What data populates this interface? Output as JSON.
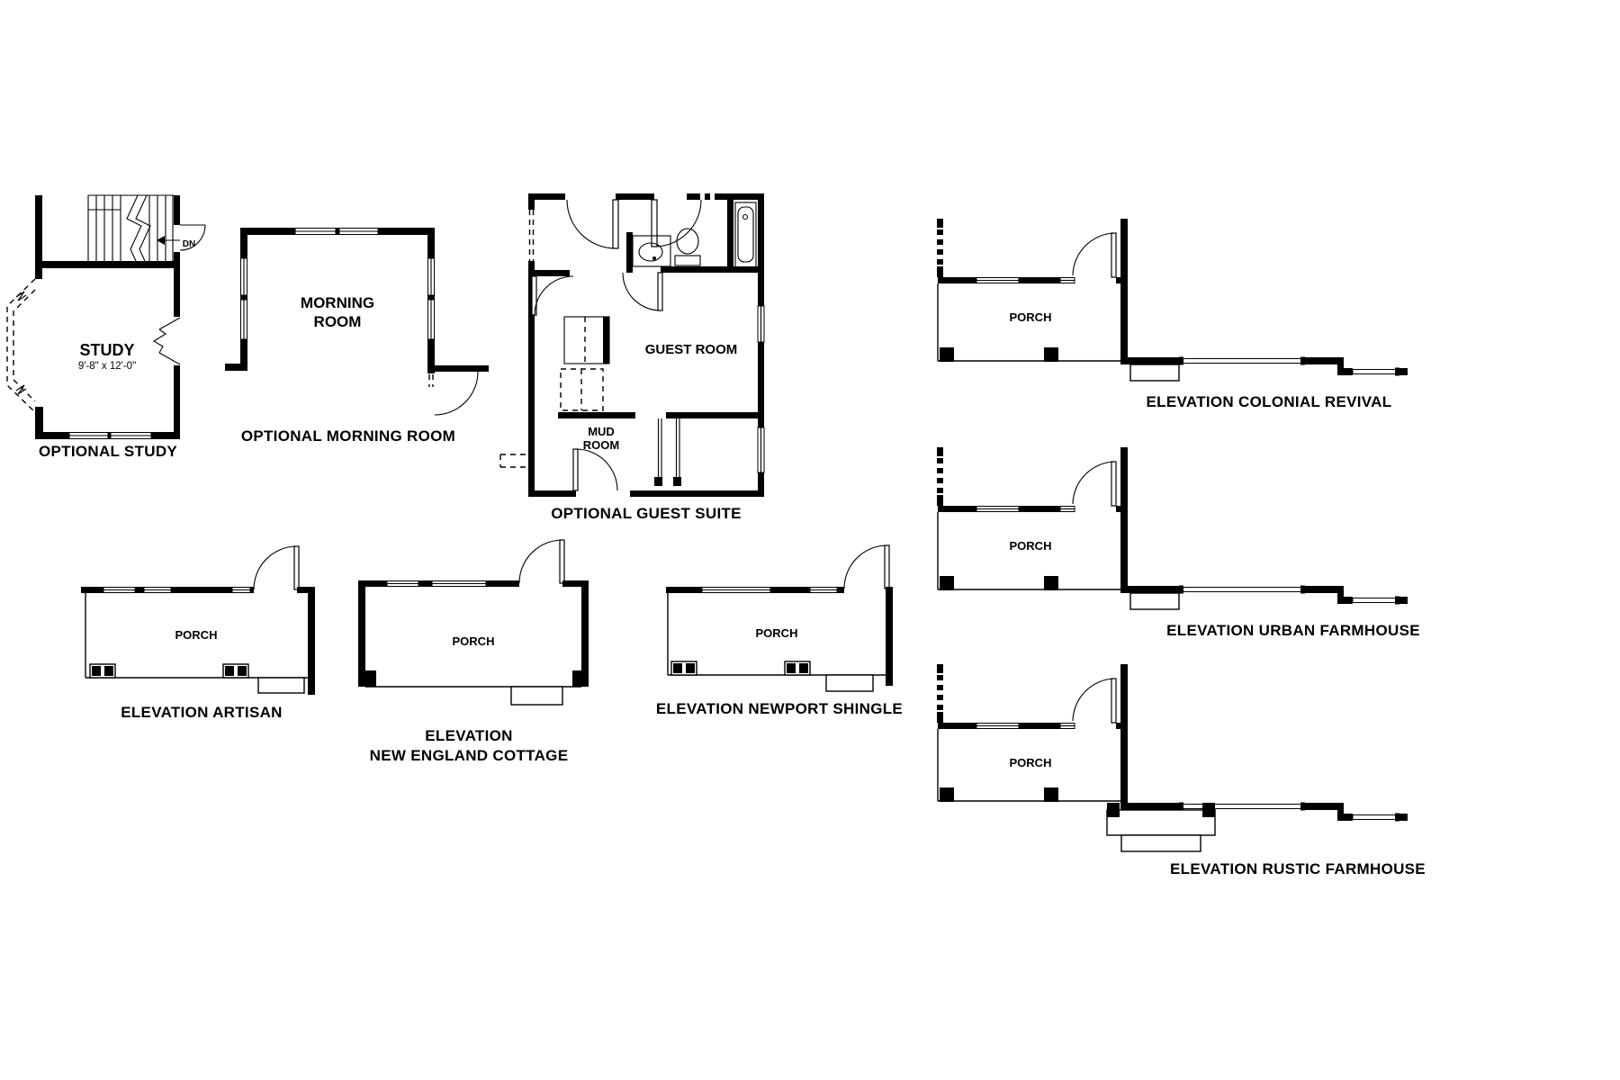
{
  "sheet": {
    "background": "#ffffff",
    "line_color": "#000000"
  },
  "plans": {
    "study": {
      "caption": "OPTIONAL STUDY",
      "room_label": "STUDY",
      "room_size": "9'-8\" x 12'-0\"",
      "stair_label": "DN"
    },
    "morning_room": {
      "caption": "OPTIONAL MORNING ROOM",
      "room_label_line1": "MORNING",
      "room_label_line2": "ROOM"
    },
    "guest_suite": {
      "caption": "OPTIONAL GUEST SUITE",
      "guest_room_label": "GUEST ROOM",
      "mud_room_label_line1": "MUD",
      "mud_room_label_line2": "ROOM"
    },
    "artisan": {
      "caption": "ELEVATION ARTISAN",
      "porch_label": "PORCH"
    },
    "new_england_cottage": {
      "caption_line1": "ELEVATION",
      "caption_line2": "NEW ENGLAND COTTAGE",
      "porch_label": "PORCH"
    },
    "newport_shingle": {
      "caption": "ELEVATION NEWPORT SHINGLE",
      "porch_label": "PORCH"
    },
    "colonial_revival": {
      "caption": "ELEVATION COLONIAL REVIVAL",
      "porch_label": "PORCH"
    },
    "urban_farmhouse": {
      "caption": "ELEVATION URBAN FARMHOUSE",
      "porch_label": "PORCH"
    },
    "rustic_farmhouse": {
      "caption": "ELEVATION RUSTIC FARMHOUSE",
      "porch_label": "PORCH"
    }
  }
}
